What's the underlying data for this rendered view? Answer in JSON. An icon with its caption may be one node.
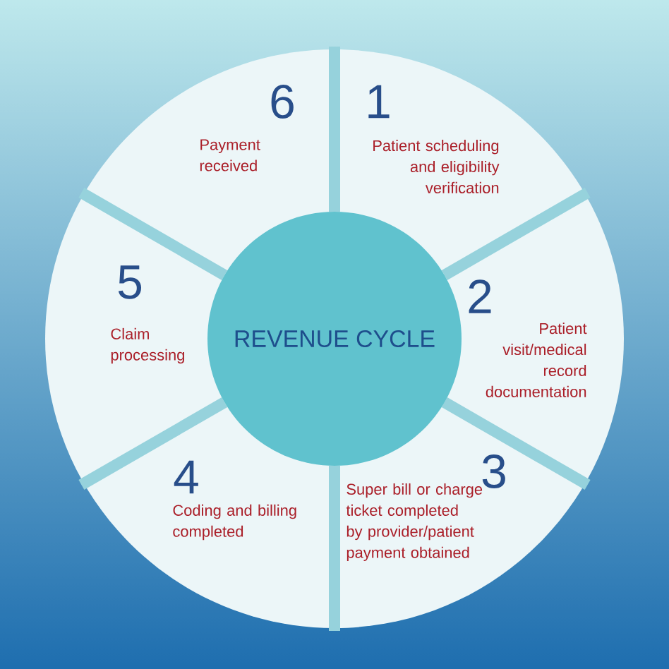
{
  "diagram": {
    "nodes": [
      {
        "text": [
          "REVENUE CYCLE"
        ]
      },
      {
        "text": [
          "1",
          "Patient scheduling and eligibility verification"
        ]
      },
      {
        "text": [
          "2",
          "Patient visit/medical record documentation"
        ]
      },
      {
        "text": [
          "3",
          "Super bill or charge ticket completed by provider/patient payment obtained"
        ]
      },
      {
        "text": [
          "4",
          "Coding and billing completed"
        ]
      },
      {
        "text": [
          "5",
          "Claim processing"
        ]
      },
      {
        "text": [
          "6",
          "Payment received"
        ]
      }
    ]
  }
}
